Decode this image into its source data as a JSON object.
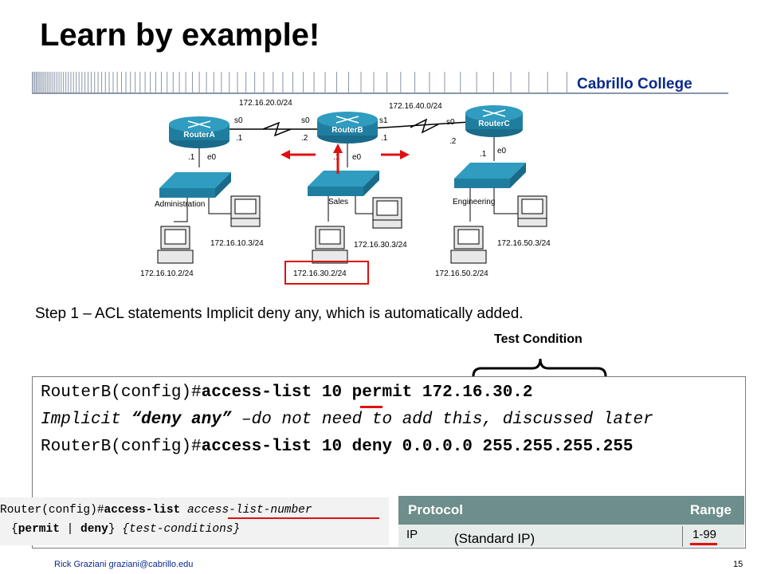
{
  "slide": {
    "title": "Learn by example!",
    "college": "Cabrillo College",
    "step_text": "Step 1 – ACL statements  Implicit deny any, which is automatically added.",
    "test_condition_label": "Test Condition",
    "footer_author": "Rick Graziani  graziani@cabrillo.edu",
    "page_number": "15"
  },
  "topology": {
    "networks": [
      "172.16.20.0/24",
      "172.16.40.0/24"
    ],
    "routers": [
      {
        "name": "RouterA",
        "serial_label": "s0",
        "serial_ip": ".1",
        "eth_ip": ".1",
        "eth_label": "e0",
        "lan": "Administration"
      },
      {
        "name": "RouterB",
        "serial_left_label": "s0",
        "serial_left_ip": ".2",
        "serial_right_label": "s1",
        "serial_right_ip": ".1",
        "eth_ip": ".1",
        "eth_label": "e0",
        "lan": "Sales"
      },
      {
        "name": "RouterC",
        "serial_label": "s0",
        "serial_ip": ".2",
        "eth_ip": ".1",
        "eth_label": "e0",
        "lan": "Engineering"
      }
    ],
    "hosts": [
      "172.16.10.3/24",
      "172.16.10.2/24",
      "172.16.30.3/24",
      "172.16.30.2/24",
      "172.16.50.3/24",
      "172.16.50.2/24"
    ]
  },
  "code": {
    "line1_prompt": "RouterB(config)#",
    "line1_cmd": "access-list 10 permit 172.16.30.2",
    "line2_a": "Implicit ",
    "line2_b": "“deny any”",
    "line2_c": " –do not need to add this, discussed later",
    "line3_prompt": "RouterB(config)#",
    "line3_cmd": "access-list 10 deny 0.0.0.0 255.255.255.255"
  },
  "syntax": {
    "line1_prompt": "Router(config)#",
    "line1_cmd": "access-list",
    "line1_arg": " access-list-number",
    "line2_open": "{",
    "line2_permit": "permit",
    "line2_sep": " | ",
    "line2_deny": "deny",
    "line2_close": "}",
    "line2_arg": " {test-conditions}"
  },
  "table": {
    "headers": [
      "Protocol",
      "Range"
    ],
    "row": {
      "protocol": "IP",
      "note": "(Standard IP)",
      "range": "1-99"
    },
    "header_color": "#6d8e8a"
  },
  "colors": {
    "accent_red": "#e01010",
    "brand_blue": "#0a2a8a",
    "router_blue": "#1f7ea0"
  }
}
